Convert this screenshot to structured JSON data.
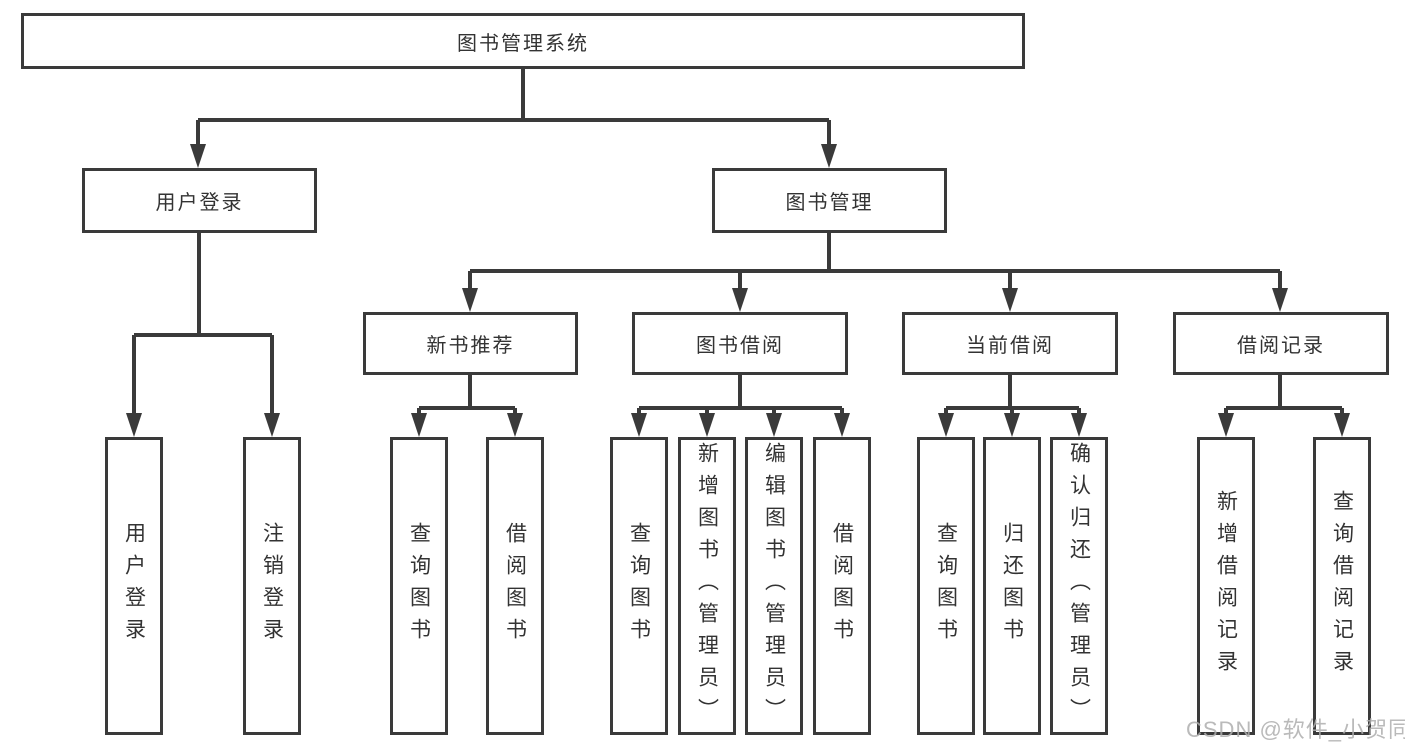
{
  "diagram": {
    "root": {
      "label": "图书管理系统"
    },
    "branches": [
      {
        "label": "用户登录",
        "children": [
          {
            "label": "用户登录"
          },
          {
            "label": "注销登录"
          }
        ]
      },
      {
        "label": "图书管理",
        "children": [
          {
            "label": "新书推荐",
            "children": [
              {
                "label": "查询图书"
              },
              {
                "label": "借阅图书"
              }
            ]
          },
          {
            "label": "图书借阅",
            "children": [
              {
                "label": "查询图书"
              },
              {
                "label": "新增图书（管理员）"
              },
              {
                "label": "编辑图书（管理员）"
              },
              {
                "label": "借阅图书"
              }
            ]
          },
          {
            "label": "当前借阅",
            "children": [
              {
                "label": "查询图书"
              },
              {
                "label": "归还图书"
              },
              {
                "label": "确认归还（管理员）"
              }
            ]
          },
          {
            "label": "借阅记录",
            "children": [
              {
                "label": "新增借阅记录"
              },
              {
                "label": "查询借阅记录"
              }
            ]
          }
        ]
      }
    ]
  },
  "watermark": "CSDN @软件_小贺同学",
  "colors": {
    "line": "#3a3a3a",
    "text": "#333333",
    "watermark": "#aeaeae",
    "background": "#ffffff"
  }
}
